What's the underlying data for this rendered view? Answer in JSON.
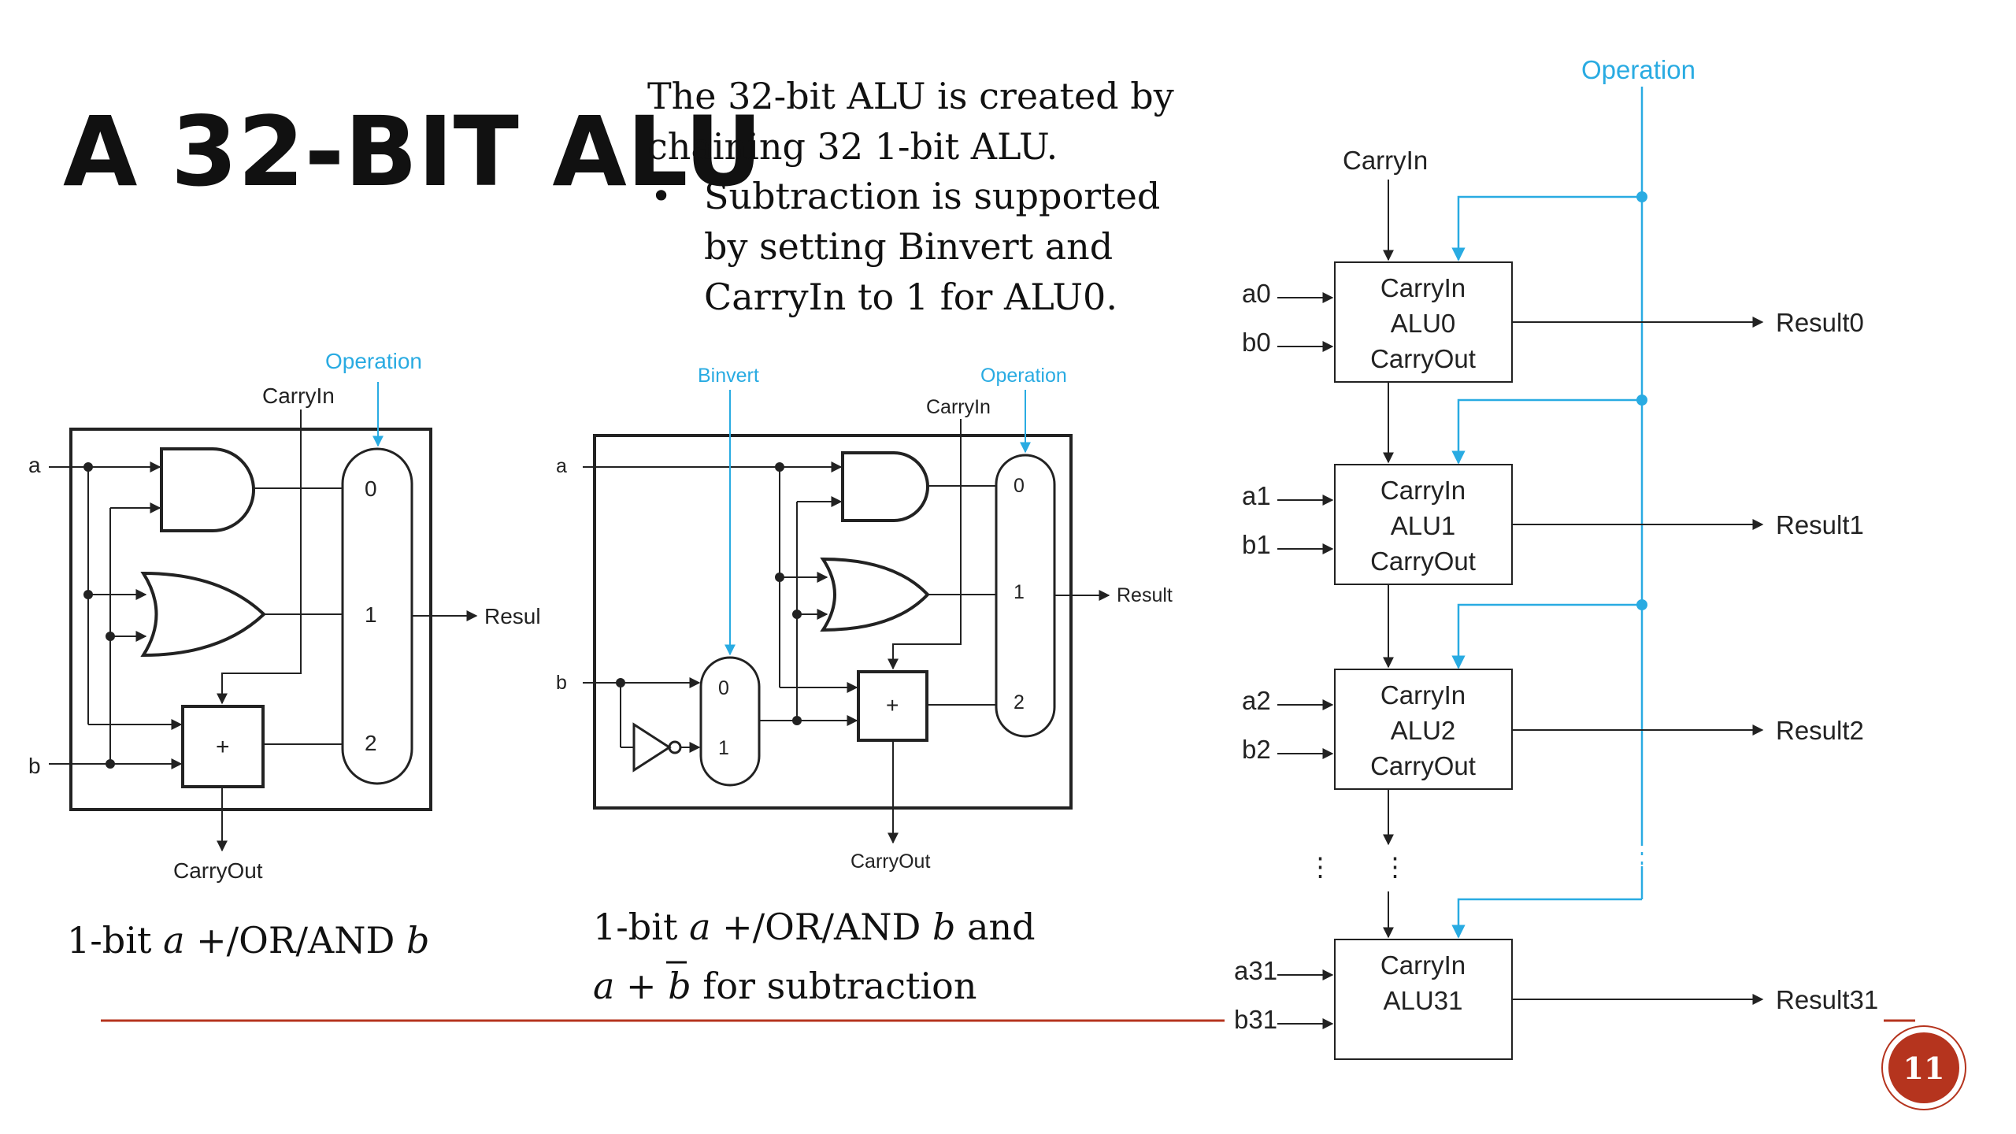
{
  "slide": {
    "title": "A 32-BIT ALU",
    "description_line1": "The 32-bit ALU is created by",
    "description_line2": "chaining 32 1-bit ALU.",
    "bullet_marker": "•",
    "bullet_line1": "Subtraction is supported",
    "bullet_line2": "by setting Binvert and",
    "bullet_line3": "CarryIn to 1 for ALU0.",
    "page_number": "11",
    "accent_color": "#B5341E",
    "signal_color": "#29ABE2"
  },
  "left_figure": {
    "operation": "Operation",
    "carry_in": "CarryIn",
    "input_a": "a",
    "input_b": "b",
    "mux_inputs": [
      "0",
      "1",
      "2"
    ],
    "adder_symbol": "+",
    "result": "Resul",
    "carry_out": "CarryOut",
    "caption_pre": "1-bit ",
    "caption_a": "a",
    "caption_mid": " +/OR/AND ",
    "caption_b": "b"
  },
  "middle_figure": {
    "binvert": "Binvert",
    "operation": "Operation",
    "carry_in": "CarryIn",
    "input_a": "a",
    "input_b": "b",
    "inv_mux_inputs": [
      "0",
      "1"
    ],
    "mux_inputs": [
      "0",
      "1",
      "2"
    ],
    "adder_symbol": "+",
    "result": "Result",
    "carry_out": "CarryOut",
    "caption1_pre": "1-bit ",
    "caption1_a": "a",
    "caption1_mid": " +/OR/AND ",
    "caption1_b": "b",
    "caption1_post": " and",
    "caption2_a": "a",
    "caption2_mid": " + ",
    "caption2_b": "b",
    "caption2_post": " for subtraction"
  },
  "right_figure": {
    "operation": "Operation",
    "carry_in": "CarryIn",
    "ellipsis": "⋮",
    "alus": [
      {
        "carry_in": "CarryIn",
        "name": "ALU0",
        "carry_out": "CarryOut",
        "a": "a0",
        "b": "b0",
        "result": "Result0"
      },
      {
        "carry_in": "CarryIn",
        "name": "ALU1",
        "carry_out": "CarryOut",
        "a": "a1",
        "b": "b1",
        "result": "Result1"
      },
      {
        "carry_in": "CarryIn",
        "name": "ALU2",
        "carry_out": "CarryOut",
        "a": "a2",
        "b": "b2",
        "result": "Result2"
      },
      {
        "carry_in": "CarryIn",
        "name": "ALU31",
        "a": "a31",
        "b": "b31",
        "result": "Result31"
      }
    ]
  }
}
